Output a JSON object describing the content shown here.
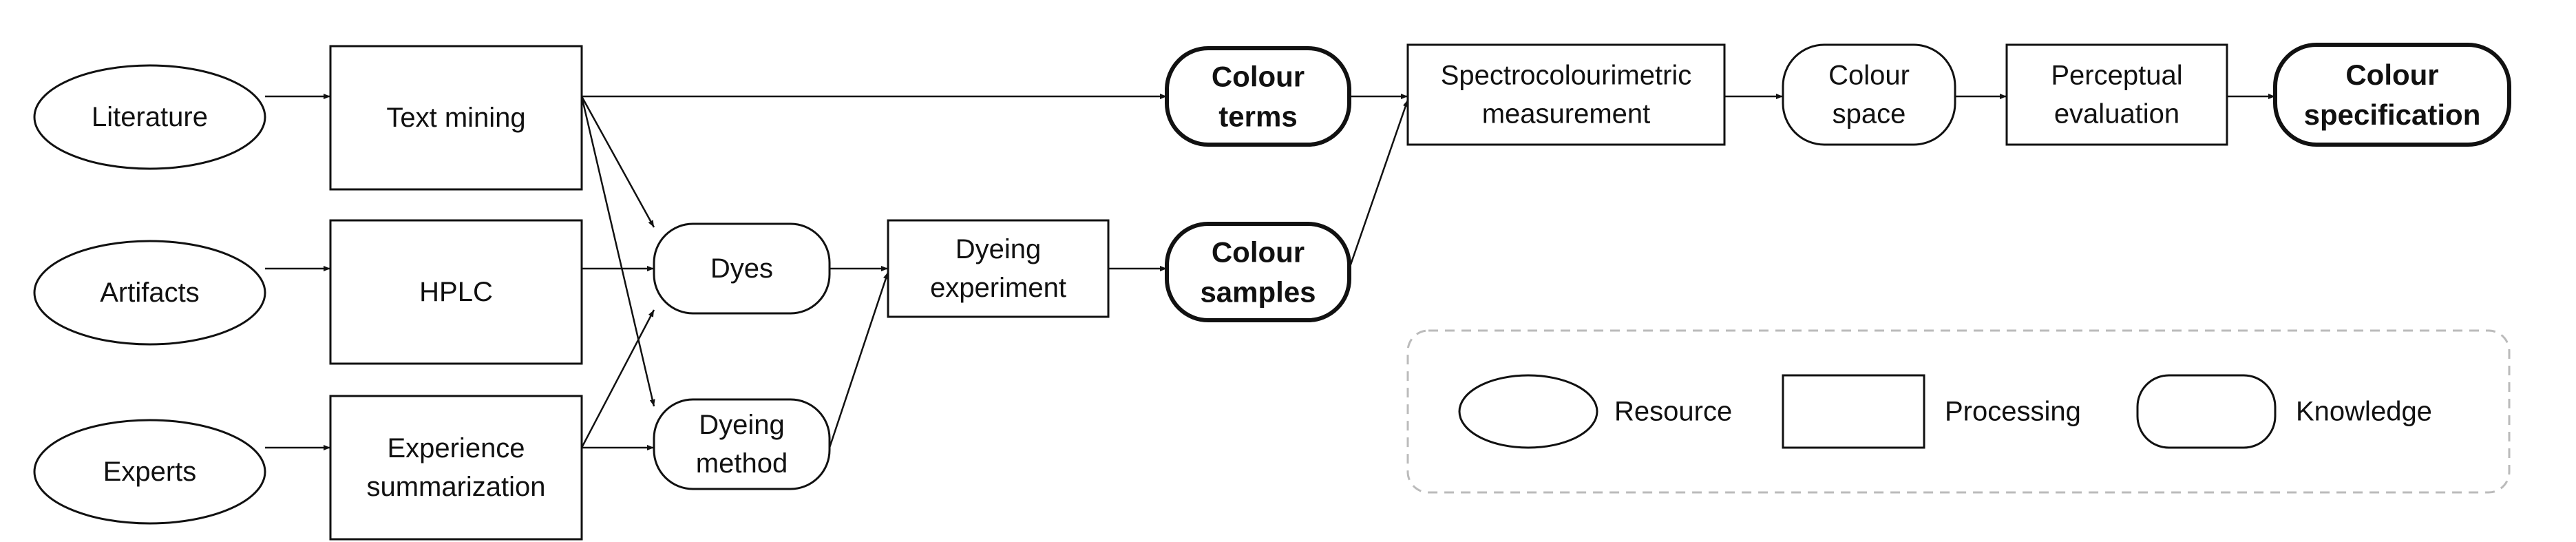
{
  "nodes": {
    "literature": {
      "kind": "resource",
      "lines": [
        "Literature"
      ]
    },
    "artifacts": {
      "kind": "resource",
      "lines": [
        "Artifacts"
      ]
    },
    "experts": {
      "kind": "resource",
      "lines": [
        "Experts"
      ]
    },
    "text_mining": {
      "kind": "processing",
      "lines": [
        "Text mining"
      ]
    },
    "hplc": {
      "kind": "processing",
      "lines": [
        "HPLC"
      ]
    },
    "experience_summarization": {
      "kind": "processing",
      "lines": [
        "Experience",
        "summarization"
      ]
    },
    "dyes": {
      "kind": "knowledge",
      "lines": [
        "Dyes"
      ]
    },
    "dyeing_method": {
      "kind": "knowledge",
      "lines": [
        "Dyeing",
        "method"
      ]
    },
    "dyeing_experiment": {
      "kind": "processing",
      "lines": [
        "Dyeing",
        "experiment"
      ]
    },
    "colour_terms": {
      "kind": "knowledge",
      "bold": true,
      "lines": [
        "Colour",
        "terms"
      ]
    },
    "colour_samples": {
      "kind": "knowledge",
      "bold": true,
      "lines": [
        "Colour",
        "samples"
      ]
    },
    "spectro_measurement": {
      "kind": "processing",
      "lines": [
        "Spectrocolourimetric",
        "measurement"
      ]
    },
    "colour_space": {
      "kind": "knowledge",
      "lines": [
        "Colour",
        "space"
      ]
    },
    "perceptual_evaluation": {
      "kind": "processing",
      "lines": [
        "Perceptual",
        "evaluation"
      ]
    },
    "colour_specification": {
      "kind": "knowledge",
      "bold": true,
      "lines": [
        "Colour",
        "specification"
      ]
    }
  },
  "edges": [
    [
      "literature",
      "text_mining"
    ],
    [
      "artifacts",
      "hplc"
    ],
    [
      "experts",
      "experience_summarization"
    ],
    [
      "text_mining",
      "colour_terms"
    ],
    [
      "text_mining",
      "dyes"
    ],
    [
      "text_mining",
      "dyeing_method"
    ],
    [
      "hplc",
      "dyes"
    ],
    [
      "experience_summarization",
      "dyes"
    ],
    [
      "experience_summarization",
      "dyeing_method"
    ],
    [
      "dyes",
      "dyeing_experiment"
    ],
    [
      "dyeing_method",
      "dyeing_experiment"
    ],
    [
      "dyeing_experiment",
      "colour_samples"
    ],
    [
      "colour_terms",
      "spectro_measurement"
    ],
    [
      "colour_samples",
      "spectro_measurement"
    ],
    [
      "spectro_measurement",
      "colour_space"
    ],
    [
      "colour_space",
      "perceptual_evaluation"
    ],
    [
      "perceptual_evaluation",
      "colour_specification"
    ]
  ],
  "legend": {
    "resource": "Resource",
    "processing": "Processing",
    "knowledge": "Knowledge"
  },
  "colors": {
    "stroke": "#111111",
    "legend_border": "#bbbbbb",
    "background": "#ffffff"
  }
}
